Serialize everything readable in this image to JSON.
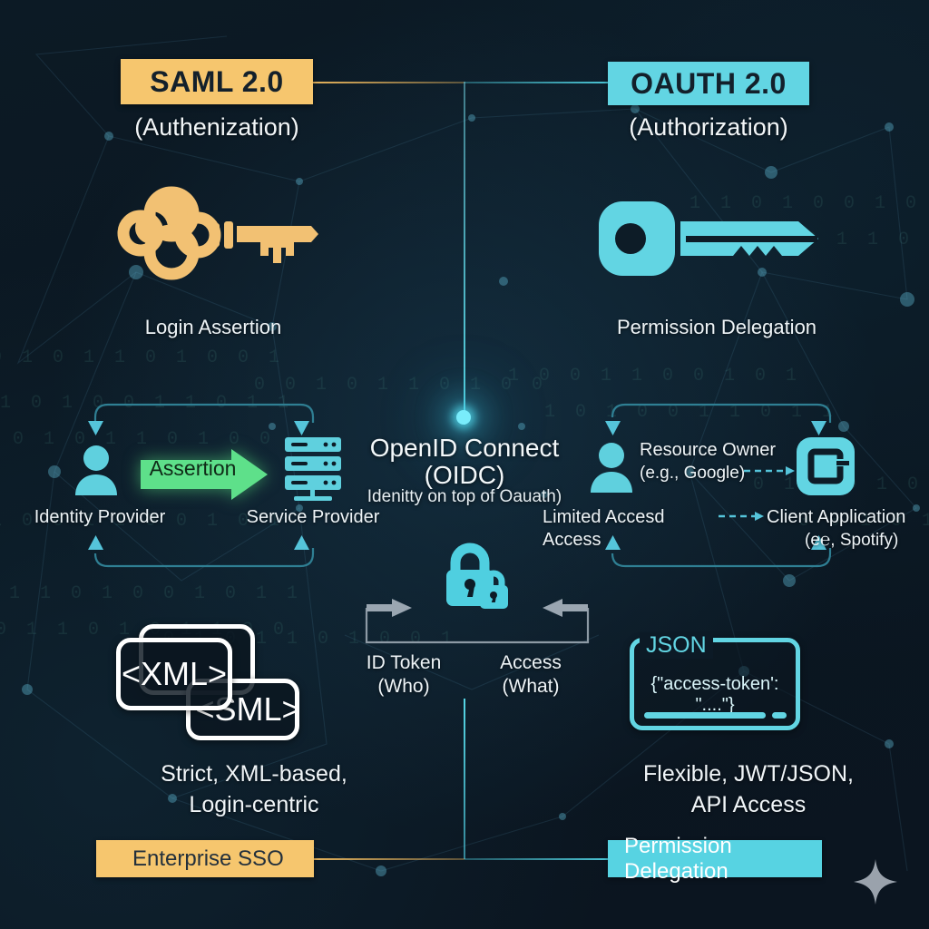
{
  "diagram": {
    "title_left": "SAML 2.0",
    "subtitle_left": "(Authenization)",
    "title_right": "OAUTH 2.0",
    "subtitle_right": "(Authorization)",
    "colors": {
      "gold": "#f6c66e",
      "cyan": "#62d5e3",
      "green": "#5ee08a",
      "background": "#0b1620",
      "text": "#eef4f7"
    }
  },
  "left": {
    "key_icon": "gold-ornate-key-icon",
    "key_label": "Login Assertion",
    "flow": {
      "actor_icon": "person-icon",
      "actor_label": "Identity Provider",
      "arrow_label": "Assertion",
      "target_icon": "server-rack-icon",
      "target_label": "Service Provider"
    },
    "format": {
      "card_front": "<XML>",
      "card_back": "<SML>",
      "description_line1": "Strict, XML-based,",
      "description_line2": "Login-centric"
    },
    "footer": "Enterprise SSO"
  },
  "right": {
    "key_icon": "cyan-flat-key-icon",
    "key_label": "Permission Delegation",
    "flow": {
      "actor_icon": "person-icon",
      "actor_label_line1": "Resource Owner",
      "actor_label_line2": "(e.g., Google)",
      "arrow_label": "Limited Accesd Access",
      "target_icon": "app-window-icon",
      "target_label_line1": "Client Application",
      "target_label_line2": "(e℮, Spotify)"
    },
    "format": {
      "card_tab": "JSON",
      "card_body": "{\"access-token': \"....\"}",
      "description_line1": "Flexible, JWT/JSON,",
      "description_line2": "API Access"
    },
    "footer": "Permission Delegation"
  },
  "center": {
    "node_icon": "glow-node-icon",
    "title": "OpenID Connect",
    "acronym": "(OIDC)",
    "tagline": "Idenitty on top of Oauath)",
    "lock_icon": "padlock-pair-icon",
    "left_token_line1": "ID Token",
    "left_token_line2": "(Who)",
    "right_token_line1": "Access",
    "right_token_line2": "(What)"
  },
  "decor": {
    "sparkle_icon": "four-point-star-icon",
    "binary_rows": [
      "0 1 0 1 1 0 1 0 0 1",
      "1 0 1 0 0 1 1 0 1 1",
      "0 0 1 0 1 1 0 1 0 0",
      "1 1 0 1 0 0 1 0 1 1",
      "0 1 1 0 1 0 1 1 0 0",
      "1 0 0 1 1 0 0 1 0 1"
    ]
  }
}
